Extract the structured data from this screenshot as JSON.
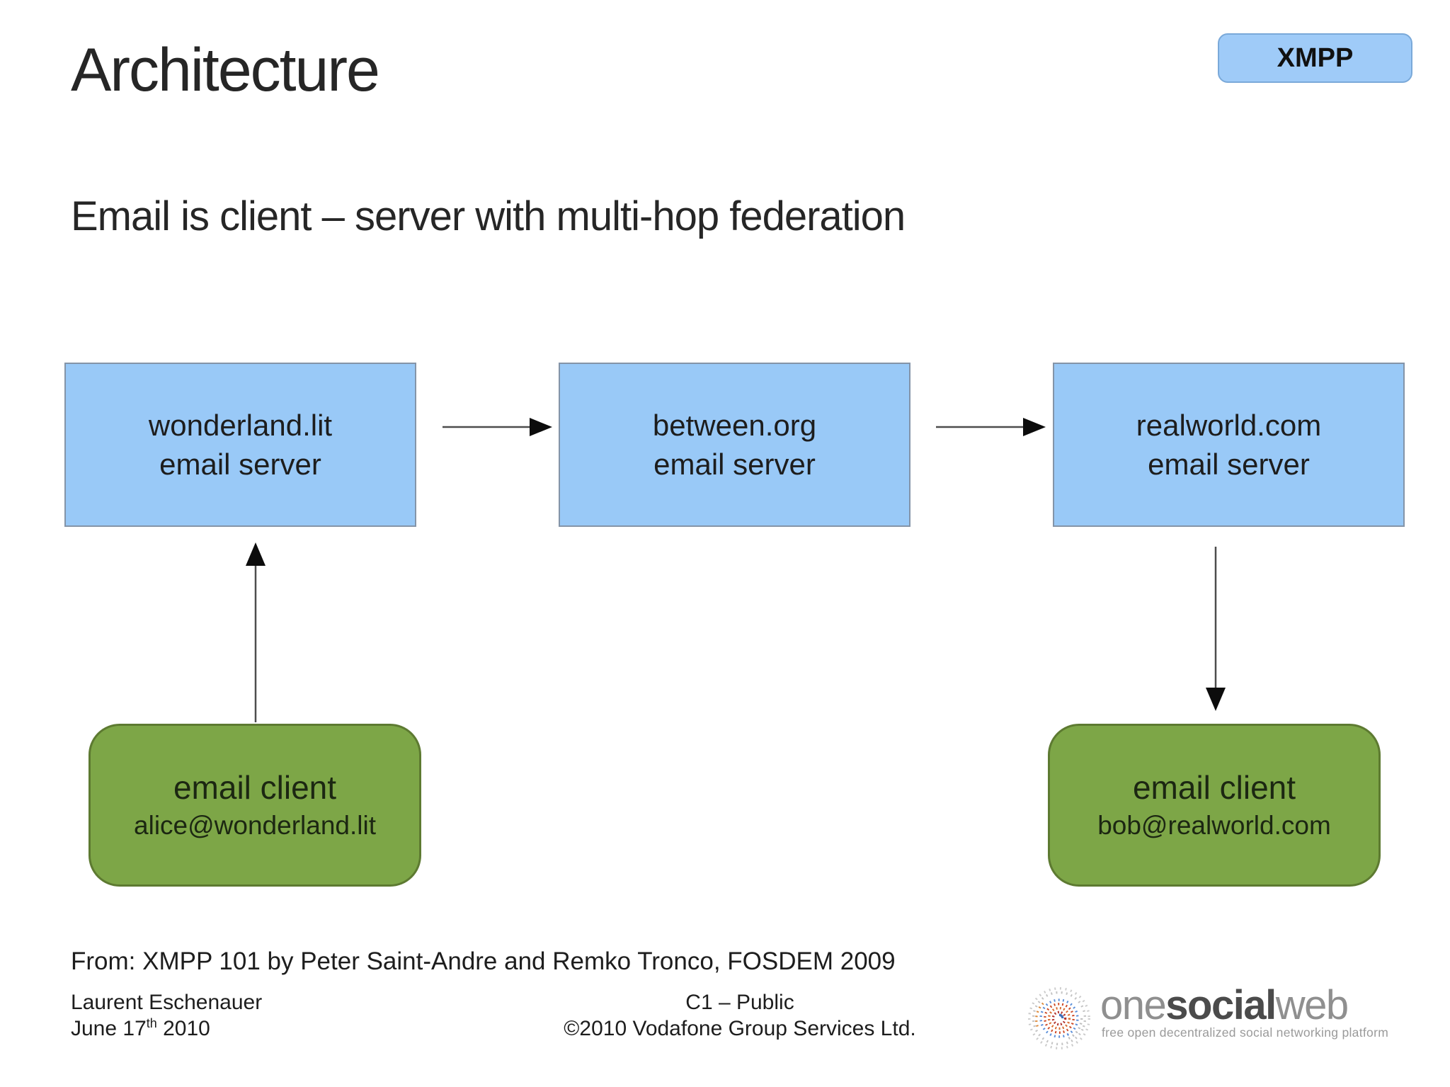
{
  "slide": {
    "title": "Architecture",
    "subtitle": "Email is client – server with multi-hop federation",
    "badge": "XMPP"
  },
  "diagram": {
    "servers": [
      {
        "name": "wonderland.lit",
        "role": "email server"
      },
      {
        "name": "between.org",
        "role": "email server"
      },
      {
        "name": "realworld.com",
        "role": "email server"
      }
    ],
    "clients": [
      {
        "name": "email client",
        "address": "alice@wonderland.lit"
      },
      {
        "name": "email client",
        "address": "bob@realworld.com"
      }
    ]
  },
  "footer": {
    "source": "From: XMPP 101 by Peter Saint-Andre and Remko Tronco, FOSDEM 2009",
    "author": "Laurent Eschenauer",
    "date_day": "June 17",
    "date_sup": "th",
    "date_year": " 2010",
    "classification": "C1 – Public",
    "copyright": "©2010 Vodafone Group Services Ltd."
  },
  "logo": {
    "word_one": "one",
    "word_social": "social",
    "word_web": "web",
    "tagline": "free open decentralized social networking platform",
    "icon": "spiral-dots-icon"
  },
  "colors": {
    "server-fill": "#99c9f7",
    "server-border": "#8494a8",
    "client-fill": "#7da647",
    "client-border": "#5d7a31",
    "badge-fill": "#9fcbf8",
    "badge-border": "#7aa9d9",
    "text": "#1d1d1d",
    "arrow-line": "#4d4d4d",
    "arrow-head": "#0c0c0c"
  }
}
